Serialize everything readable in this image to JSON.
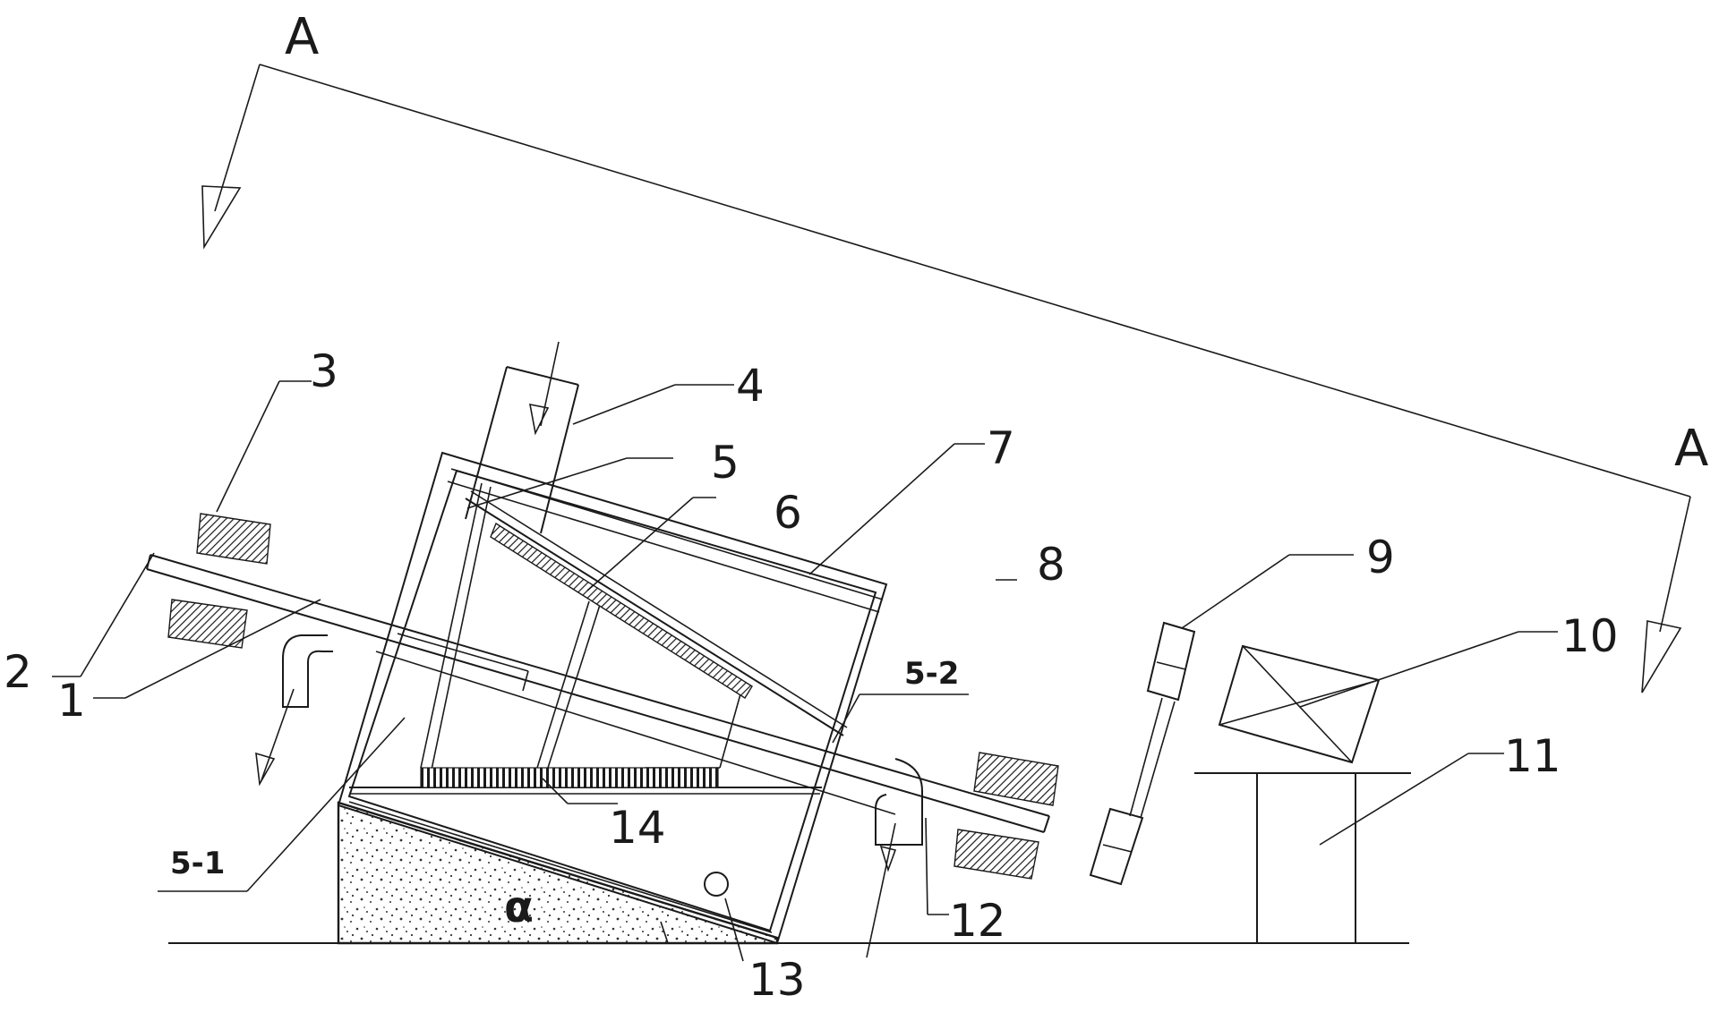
{
  "section_marker": "A",
  "labels": {
    "l1": "1",
    "l2": "2",
    "l3": "3",
    "l4": "4",
    "l5": "5",
    "l6": "6",
    "l7": "7",
    "l8": "8",
    "l9": "9",
    "l10": "10",
    "l11": "11",
    "l12": "12",
    "l13": "13",
    "l14": "14",
    "l5_1": "5-1",
    "l5_2": "5-2",
    "alpha": "α"
  }
}
